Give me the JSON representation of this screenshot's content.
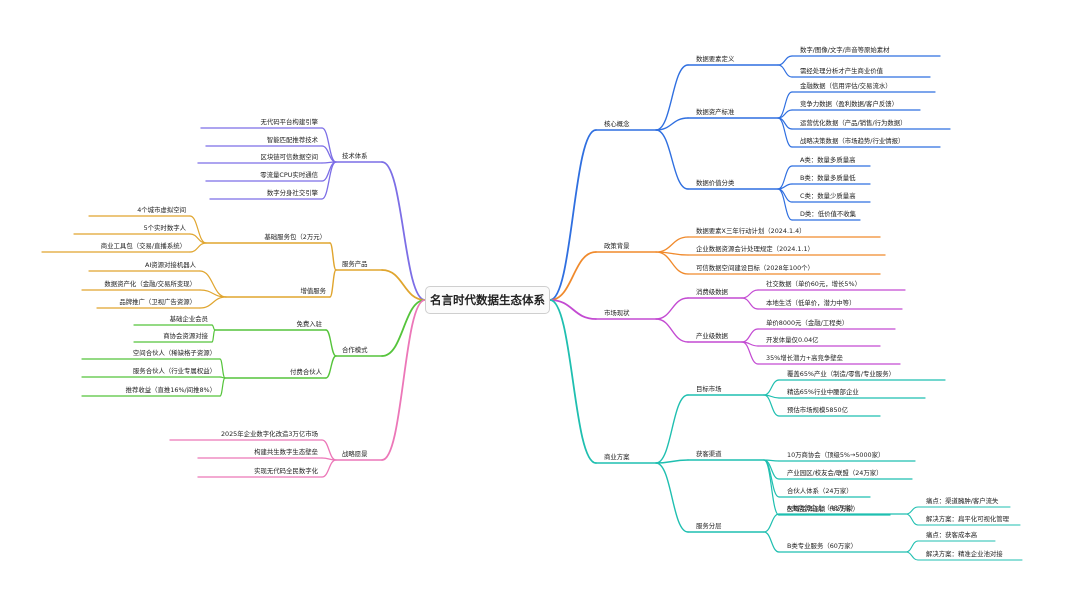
{
  "center": "名言时代数据生态体系",
  "colors": {
    "core": "#2f6fe0",
    "policy": "#f08a2c",
    "market": "#c34ad2",
    "plan": "#1fbfb0",
    "tech": "#7c6ee6",
    "product": "#e0a52e",
    "coop": "#55c43b",
    "vision": "#ec77b8",
    "edge": "#ffffff"
  },
  "right": [
    {
      "label": "核心概念",
      "children": [
        {
          "label": "数据要素定义",
          "children": [
            {
              "label": "数字/图像/文字/声音等原始素材"
            },
            {
              "label": "需经处理分析才产生商业价值"
            }
          ]
        },
        {
          "label": "数据资产标准",
          "children": [
            {
              "label": "金融数据（信用评估/交易流水）"
            },
            {
              "label": "竞争力数据（盈利数据/客户反馈）"
            },
            {
              "label": "运营优化数据（产品/销售/行为数据）"
            },
            {
              "label": "战略决策数据（市场趋势/行业情报）"
            }
          ]
        },
        {
          "label": "数据价值分类",
          "children": [
            {
              "label": "A类：数量多质量高"
            },
            {
              "label": "B类：数量多质量低"
            },
            {
              "label": "C类：数量少质量高"
            },
            {
              "label": "D类：低价值不收集"
            }
          ]
        }
      ]
    },
    {
      "label": "政策背景",
      "children": [
        {
          "label": "数据要素X三年行动计划（2024.1.4）"
        },
        {
          "label": "企业数据资源会计处理规定（2024.1.1）"
        },
        {
          "label": "可信数据空间建设目标（2028年100个）"
        }
      ]
    },
    {
      "label": "市场现状",
      "children": [
        {
          "label": "消费级数据",
          "children": [
            {
              "label": "社交数据（单价60元，增长5%）"
            },
            {
              "label": "本地生活（低单价，潜力中等）"
            }
          ]
        },
        {
          "label": "产业级数据",
          "children": [
            {
              "label": "单价8000元（金融/工程类）"
            },
            {
              "label": "开发体量仅0.04亿"
            },
            {
              "label": "35%增长潜力+高竞争壁垒"
            }
          ]
        }
      ]
    },
    {
      "label": "商业方案",
      "children": [
        {
          "label": "目标市场",
          "children": [
            {
              "label": "覆盖65%产业（制造/零售/专业服务）"
            },
            {
              "label": "精选65%行业中腰部企业"
            },
            {
              "label": "预估市场规模5850亿"
            }
          ]
        },
        {
          "label": "获客渠道",
          "children": [
            {
              "label": "10万商协会（顶级5%→5000家）"
            },
            {
              "label": "产业园区/校友会/联盟（24万家）"
            },
            {
              "label": "合伙人体系（24万家）"
            },
            {
              "label": "区域品牌连锁（12万家）"
            }
          ]
        },
        {
          "label": "服务分层",
          "children": [
            {
              "label": "A类商贸企业（48万家）",
              "children": [
                {
                  "label": "痛点：渠道臃肿/客户流失"
                },
                {
                  "label": "解决方案：扁平化可视化管理"
                }
              ]
            },
            {
              "label": "B类专业服务（60万家）",
              "children": [
                {
                  "label": "痛点：获客成本高"
                },
                {
                  "label": "解决方案：精准企业池对接"
                }
              ]
            }
          ]
        }
      ]
    }
  ],
  "left": [
    {
      "label": "技术体系",
      "children": [
        {
          "label": "无代码平台构建引擎"
        },
        {
          "label": "智能匹配推荐技术"
        },
        {
          "label": "区块链可信数据空间"
        },
        {
          "label": "零流量CPU实时通信"
        },
        {
          "label": "数字分身社交引擎"
        }
      ]
    },
    {
      "label": "服务产品",
      "children": [
        {
          "label": "基础服务包（2万元）",
          "children": [
            {
              "label": "4个城市虚拟空间"
            },
            {
              "label": "5个实时数字人"
            },
            {
              "label": "商业工具包（交易/直播系统）"
            }
          ]
        },
        {
          "label": "增值服务",
          "children": [
            {
              "label": "AI资源对接机器人"
            },
            {
              "label": "数据资产化（金融/交易所变现）"
            },
            {
              "label": "品牌推广（卫视广告资源）"
            }
          ]
        }
      ]
    },
    {
      "label": "合作模式",
      "children": [
        {
          "label": "免费入驻",
          "children": [
            {
              "label": "基础企业会员"
            },
            {
              "label": "商协会资源对接"
            }
          ]
        },
        {
          "label": "付费合伙人",
          "children": [
            {
              "label": "空间合伙人（稀缺格子资源）"
            },
            {
              "label": "服务合伙人（行业专属权益）"
            },
            {
              "label": "推荐收益（直推16%/间推8%）"
            }
          ]
        }
      ]
    },
    {
      "label": "战略愿景",
      "children": [
        {
          "label": "2025年企业数字化改造3万亿市场"
        },
        {
          "label": "构建共生数字生态壁垒"
        },
        {
          "label": "实现无代码全民数字化"
        }
      ]
    }
  ]
}
